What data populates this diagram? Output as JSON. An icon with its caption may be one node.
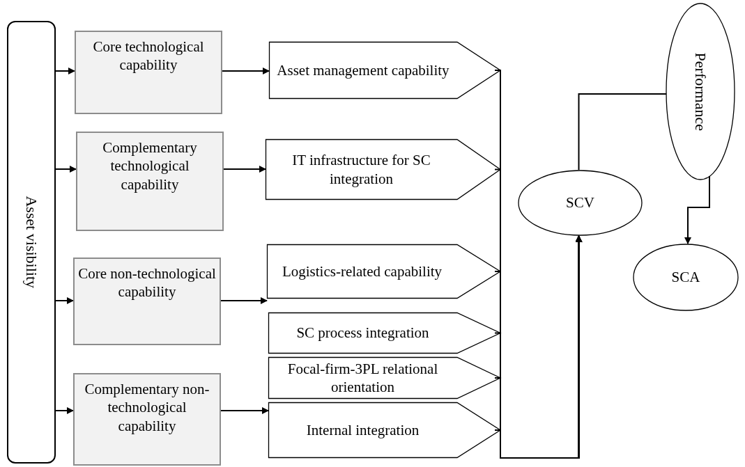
{
  "diagram": {
    "nodes": [
      {
        "text": [
          "Asset visibility"
        ]
      },
      {
        "text": [
          "Core technological capability"
        ]
      },
      {
        "text": [
          "Complementary technological capability"
        ]
      },
      {
        "text": [
          "Core non-technological capability"
        ]
      },
      {
        "text": [
          "Complementary non-technological capability"
        ]
      },
      {
        "text": [
          "Asset management capability"
        ]
      },
      {
        "text": [
          "IT infrastructure for SC integration"
        ]
      },
      {
        "text": [
          "Logistics-related capability"
        ]
      },
      {
        "text": [
          "SC process integration"
        ]
      },
      {
        "text": [
          "Focal-firm-3PL relational orientation"
        ]
      },
      {
        "text": [
          "Internal integration"
        ]
      },
      {
        "text": [
          "SCV"
        ]
      },
      {
        "text": [
          "Performance"
        ]
      },
      {
        "text": [
          "SCA"
        ]
      }
    ],
    "edges": [
      {
        "from": 0,
        "to": 1,
        "arrow": "to"
      },
      {
        "from": 0,
        "to": 2,
        "arrow": "to"
      },
      {
        "from": 0,
        "to": 3,
        "arrow": "to"
      },
      {
        "from": 0,
        "to": 4,
        "arrow": "to"
      },
      {
        "from": 1,
        "to": 5,
        "arrow": "to"
      },
      {
        "from": 2,
        "to": 6,
        "arrow": "to"
      },
      {
        "from": 3,
        "to": 7,
        "arrow": "to"
      },
      {
        "from": 4,
        "to": 9,
        "arrow": "to"
      },
      {
        "from": 5,
        "to": 11,
        "arrow": "to"
      },
      {
        "from": 6,
        "to": 11,
        "arrow": "to"
      },
      {
        "from": 7,
        "to": 11,
        "arrow": "to"
      },
      {
        "from": 8,
        "to": 11,
        "arrow": "to"
      },
      {
        "from": 9,
        "to": 11,
        "arrow": "to"
      },
      {
        "from": 10,
        "to": 11,
        "arrow": "to"
      },
      {
        "from": 11,
        "to": 12,
        "arrow": "none"
      },
      {
        "from": 12,
        "to": 13,
        "arrow": "to"
      }
    ]
  }
}
